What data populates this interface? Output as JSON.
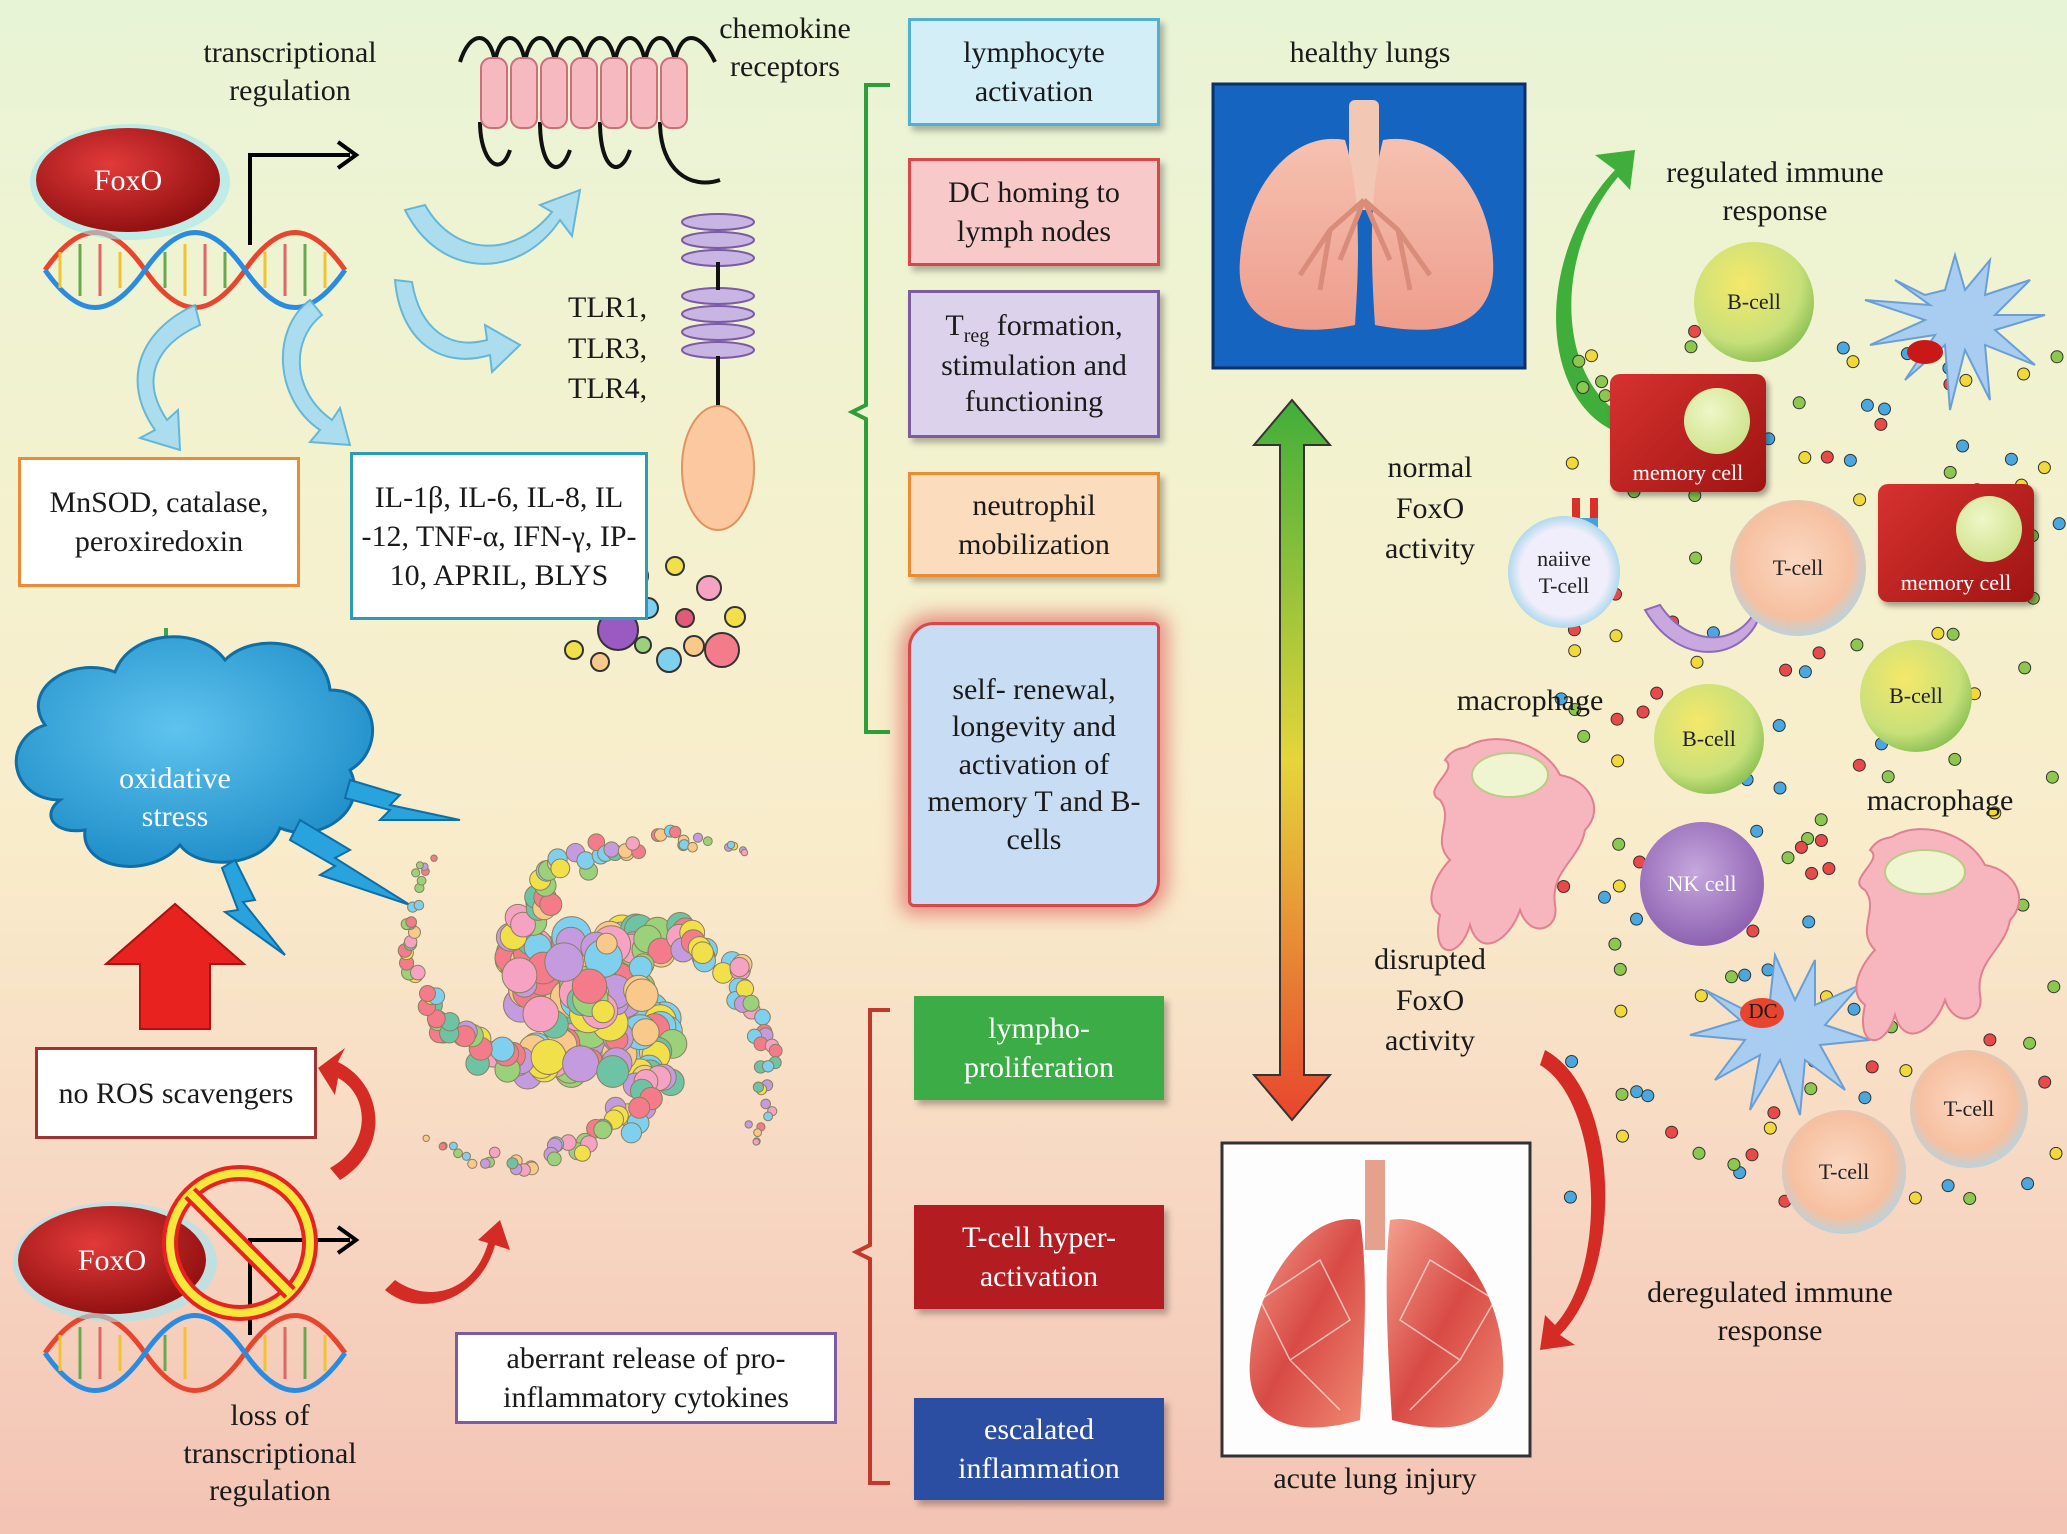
{
  "left_top": {
    "transcriptional_regulation": "transcriptional regulation",
    "foxo": "FoxO",
    "chemokine_receptors": "chemokine receptors",
    "tlr": "TLR1, TLR3, TLR4,",
    "antioxidants": "MnSOD, catalase, peroxiredoxin",
    "cytokines": "IL-1β, IL-6, IL-8, IL -12, TNF-α, IFN-γ, IP-10, APRIL, BLYS",
    "oxidative_stress": "oxidative stress"
  },
  "left_bottom": {
    "no_ros": "no ROS scavengers",
    "foxo": "FoxO",
    "loss": "loss of transcriptional regulation",
    "aberrant": "aberrant release of pro- inflammatory cytokines"
  },
  "outcomes_normal": [
    {
      "text": "lymphocyte activation",
      "bg": "#d4eef8",
      "border": "#4fb0d5"
    },
    {
      "text": "DC homing to lymph nodes",
      "bg": "#f8c9c9",
      "border": "#d9474a"
    },
    {
      "treg_T": "T",
      "treg_sub": "reg",
      "text": "formation, stimulation and functioning",
      "bg": "#ddd2ec",
      "border": "#7b5ba4"
    },
    {
      "text": "neutrophil mobilization",
      "bg": "#fbdcbd",
      "border": "#ea8b36"
    },
    {
      "text": "self- renewal, longevity and activation of memory T and B-cells",
      "bg": "#c8dcf3",
      "border": "#d9474a"
    }
  ],
  "outcomes_disrupted": [
    {
      "text": "lympho- proliferation",
      "bg": "#3cad46"
    },
    {
      "text": "T-cell hyper- activation",
      "bg": "#b31d22"
    },
    {
      "text": "escalated inflammation",
      "bg": "#2c4ea2"
    }
  ],
  "center": {
    "healthy_lungs": "healthy lungs",
    "normal_foxo": "normal FoxO activity",
    "disrupted_foxo": "disrupted FoxO activity",
    "acute_lung_injury": "acute lung injury"
  },
  "right": {
    "regulated": "regulated immune response",
    "deregulated": "deregulated immune response",
    "b_cell": "B-cell",
    "memory_cell": "memory cell",
    "naive_t_cell": "naiive T-cell",
    "t_cell": "T-cell",
    "macrophage": "macrophage",
    "nk_cell": "NK cell",
    "dc": "DC"
  },
  "colors": {
    "green_bracket": "#2e9e3a",
    "red_bracket": "#c0392b",
    "lung_bg": "#1565c0",
    "tcell": "#f7c9a8",
    "bcell": "#86c23a"
  }
}
